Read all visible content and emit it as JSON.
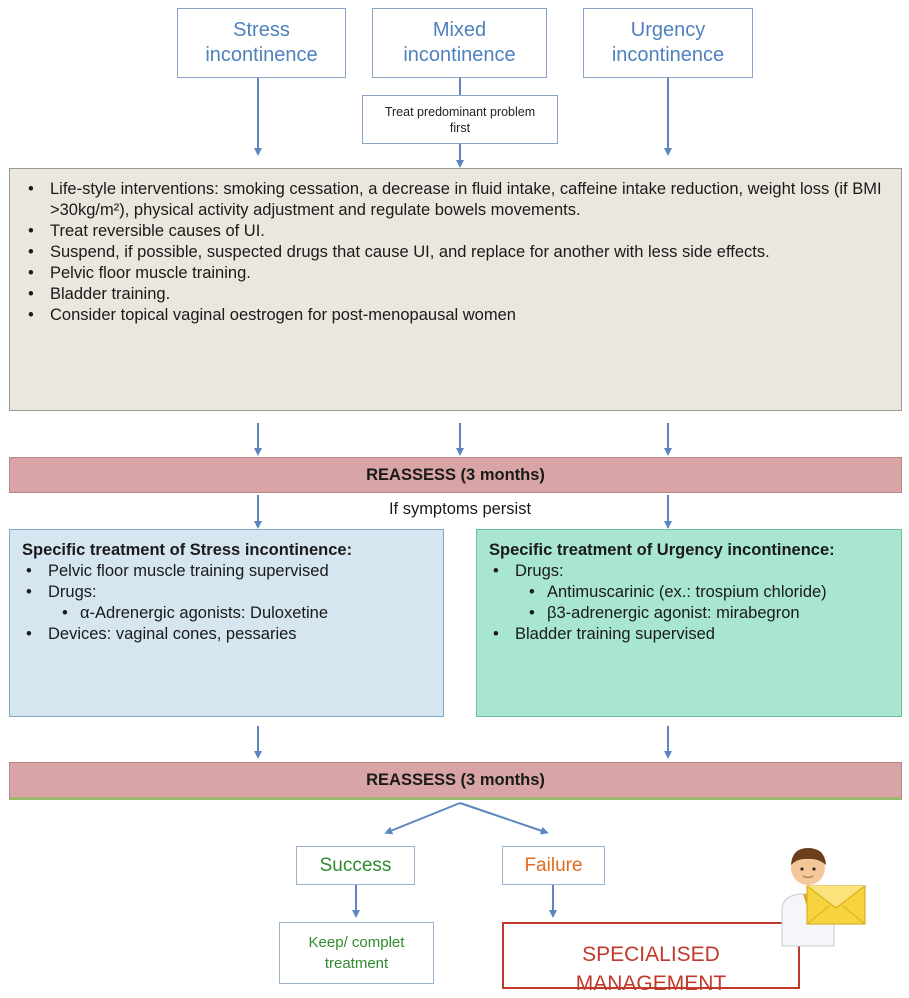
{
  "types": {
    "stress": [
      "Stress",
      "incontinence"
    ],
    "mixed": [
      "Mixed",
      "incontinence"
    ],
    "urgency": [
      "Urgency",
      "incontinence"
    ]
  },
  "treat_first": [
    "Treat predominant problem",
    "first"
  ],
  "general_measures": [
    "Life-style interventions: smoking cessation, a decrease in fluid intake, caffeine intake reduction, weight loss (if BMI >30kg/m²), physical activity adjustment and regulate bowels movements.",
    "Treat reversible causes of UI.",
    "Suspend, if possible, suspected drugs that cause UI, and replace for another with less side effects.",
    "Pelvic floor muscle training.",
    "Bladder training.",
    "Consider topical vaginal oestrogen for post-menopausal women"
  ],
  "reassess_label": "REASSESS (3 months)",
  "persist_label": "If symptoms persist",
  "stress_treatment": {
    "title": "Specific treatment of Stress incontinence:",
    "items": {
      "pelvic": "Pelvic floor muscle training supervised",
      "drugs": "Drugs:",
      "drug_1": "α-Adrenergic agonists: Duloxetine",
      "devices": "Devices: vaginal cones, pessaries"
    }
  },
  "urgency_treatment": {
    "title": "Specific treatment of Urgency incontinence:",
    "items": {
      "drugs": "Drugs:",
      "drug_1": "Antimuscarinic (ex.: trospium chloride)",
      "drug_2": "β3-adrenergic agonist: mirabegron",
      "bladder": "Bladder training supervised"
    }
  },
  "outcomes": {
    "success": "Success",
    "failure": "Failure",
    "keep": [
      "Keep/ complet",
      "treatment"
    ],
    "specialised": [
      "SPECIALISED",
      "MANAGEMENT"
    ]
  },
  "colors": {
    "arrow": "#5b86c0",
    "reassess": "#d9a4a6",
    "general_bg": "#ece7de",
    "stress_bg": "#d5e6f1",
    "urgency_bg": "#a8e6cf",
    "specialised": "#c0392b"
  },
  "icons": [
    "doctor-icon",
    "envelope-icon"
  ]
}
